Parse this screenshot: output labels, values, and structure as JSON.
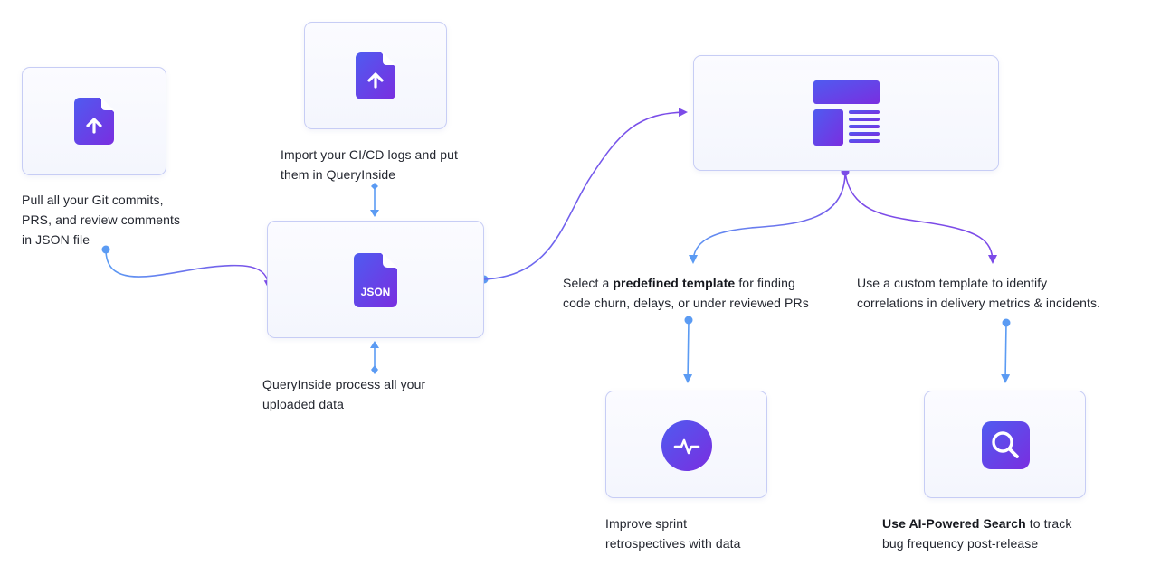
{
  "colors": {
    "card_border": "#c7cdf5",
    "connector_blue": "#5b9bf3",
    "connector_purple": "#7c4be8",
    "icon_gradient_start": "#4f5bf0",
    "icon_gradient_end": "#7a2ee0"
  },
  "nodes": {
    "git_upload": {
      "icon": "file-upload-icon",
      "caption_lines": [
        "Pull all your Git commits,",
        "PRS, and review comments",
        "in JSON file"
      ]
    },
    "cicd_upload": {
      "icon": "file-upload-icon",
      "caption_lines": [
        "Import your CI/CD logs and put",
        "them in QueryInside"
      ]
    },
    "json_process": {
      "icon": "json-file-icon",
      "icon_text": "JSON",
      "caption_lines": [
        "QueryInside process all your",
        "uploaded data"
      ]
    },
    "template": {
      "icon": "template-layout-icon"
    },
    "predefined": {
      "caption_line1_pre": "Select a ",
      "caption_line1_bold": "predefined template",
      "caption_line1_post": " for finding",
      "caption_line2": "code churn, delays, or under reviewed PRs"
    },
    "custom": {
      "caption_lines": [
        "Use a custom template to identify",
        "correlations in delivery metrics & incidents."
      ]
    },
    "sprint": {
      "icon": "activity-pulse-icon",
      "caption_lines": [
        "Improve sprint",
        "retrospectives with data"
      ]
    },
    "search": {
      "icon": "search-icon",
      "caption_line1_bold": "Use AI-Powered Search",
      "caption_line1_post": " to track",
      "caption_line2": "bug frequency post-release"
    }
  }
}
